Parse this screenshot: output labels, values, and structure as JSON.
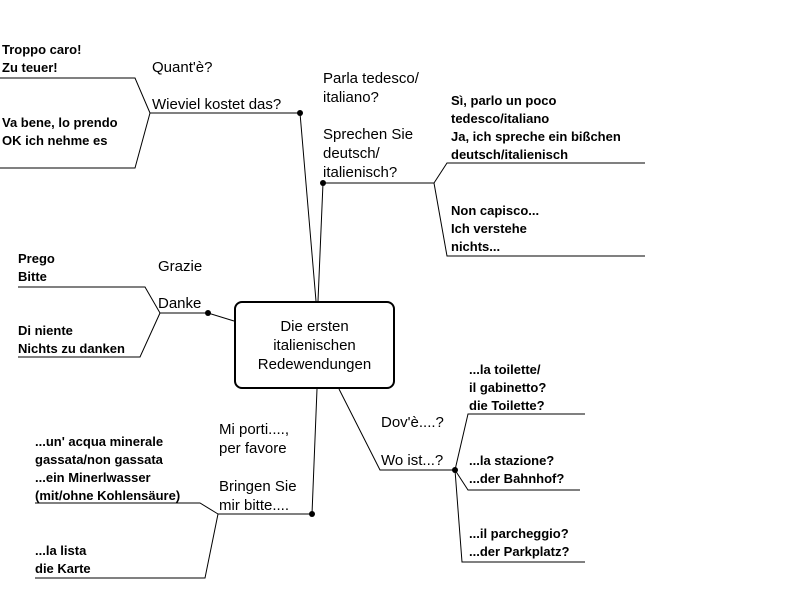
{
  "center": {
    "label": "Die ersten\nitalienischen\nRedewendungen"
  },
  "branches": {
    "price": {
      "italian": "Quant'è?",
      "german": "Wieviel kostet das?",
      "leaf1": "Troppo caro!\nZu teuer!",
      "leaf2": "Va bene, lo prendo\nOK ich nehme es"
    },
    "language": {
      "italian": "Parla tedesco/\nitaliano?",
      "german": "Sprechen Sie\ndeutsch/\nitalienisch?",
      "leaf1": "Sì, parlo un poco\ntedesco/italiano\nJa, ich spreche ein bißchen\ndeutsch/italienisch",
      "leaf2": "Non capisco...\nIch verstehe\nnichts..."
    },
    "thanks": {
      "italian": "Grazie",
      "german": "Danke",
      "leaf1": "Prego\nBitte",
      "leaf2": "Di niente\nNichts zu danken"
    },
    "bring": {
      "italian": "Mi porti....,\nper favore",
      "german": "Bringen Sie\nmir bitte....",
      "leaf1": "...un' acqua minerale\ngassata/non gassata\n...ein Minerlwasser\n(mit/ohne Kohlensäure)",
      "leaf2": "...la lista\ndie Karte"
    },
    "where": {
      "italian": "Dov'è....?",
      "german": "Wo ist...?",
      "leaf1": "...la toilette/\nil gabinetto?\ndie Toilette?",
      "leaf2": "...la stazione?\n...der Bahnhof?",
      "leaf3": "...il parcheggio?\n...der Parkplatz?"
    }
  },
  "colors": {
    "line": "#000000",
    "text": "#000000",
    "background": "#ffffff"
  }
}
